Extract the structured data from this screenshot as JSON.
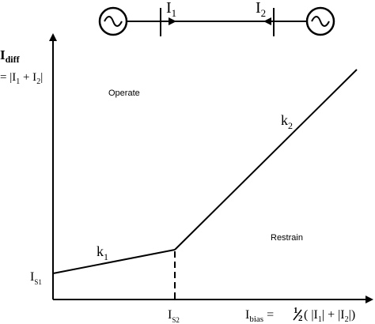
{
  "circuit": {
    "current_1": {
      "base": "I",
      "sub": "1"
    },
    "current_2": {
      "base": "I",
      "sub": "2"
    },
    "source_symbol": "~"
  },
  "axes": {
    "y_label_main": "I",
    "y_label_sub": "diff",
    "y_label_eq": "= |I",
    "y_label_eq_sub1": "1",
    "y_label_eq_mid": " + I",
    "y_label_eq_sub2": "2",
    "y_label_eq_end": "|",
    "x_label_main": "I",
    "x_label_sub": "bias",
    "x_label_eq": " = ",
    "x_label_half_num": "1",
    "x_label_half_den": "2",
    "x_label_rest_a": " |I",
    "x_label_rest_sub1": "1",
    "x_label_rest_b": "| + |I",
    "x_label_rest_sub2": "2",
    "x_label_rest_c": "|)",
    "x_label_open_paren": "("
  },
  "regions": {
    "operate": "Operate",
    "restrain": "Restrain"
  },
  "slopes": {
    "k1_base": "k",
    "k1_sub": "1",
    "k2_base": "k",
    "k2_sub": "2"
  },
  "ticks": {
    "is1_base": "I",
    "is1_sub": "S1",
    "is2_base": "I",
    "is2_sub": "S2"
  }
}
